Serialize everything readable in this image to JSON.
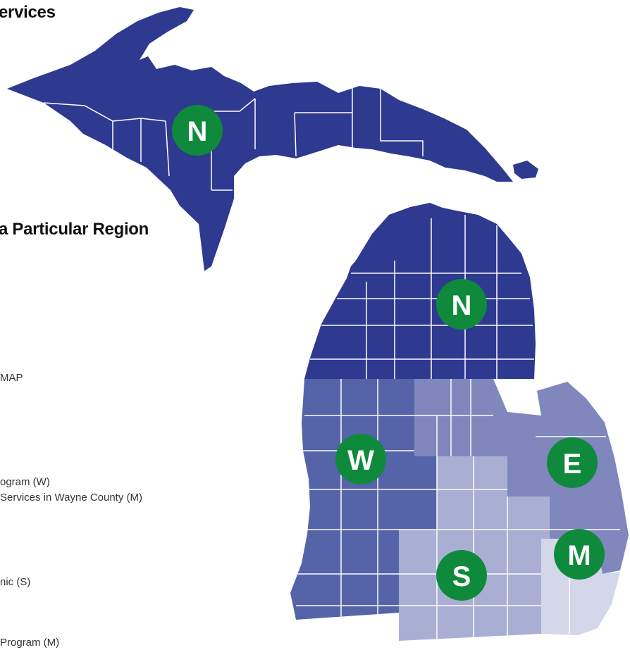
{
  "headings": {
    "services": "ervices",
    "region": "a Particular Region"
  },
  "list_items": [
    "MAP",
    "ogram (W)",
    "Services in Wayne County (M)",
    "nic (S)",
    " Program (M)"
  ],
  "regions": [
    {
      "letter": "N",
      "name": "north-upper",
      "color": "#2e3990"
    },
    {
      "letter": "N",
      "name": "north-lower",
      "color": "#2e3990"
    },
    {
      "letter": "W",
      "name": "west",
      "color": "#5563a8"
    },
    {
      "letter": "E",
      "name": "east",
      "color": "#7f87bd"
    },
    {
      "letter": "S",
      "name": "south",
      "color": "#a9afd3"
    },
    {
      "letter": "M",
      "name": "metro",
      "color": "#d4d7ea"
    }
  ],
  "marker_color": "#0f8a3c"
}
